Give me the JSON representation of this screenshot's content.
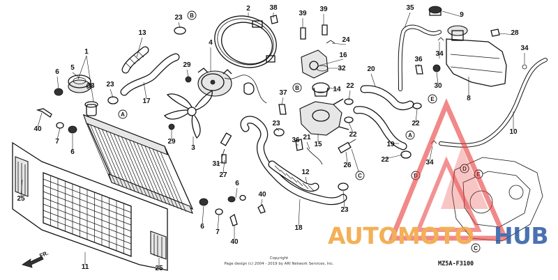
{
  "callouts": {
    "c1": "1",
    "c2": "2",
    "c3": "3",
    "c4": "4",
    "c5": "5",
    "c6a": "6",
    "c6b": "6",
    "c6c": "6",
    "c6d": "6",
    "c7a": "7",
    "c7b": "7",
    "c8": "8",
    "c9": "9",
    "c10": "10",
    "c11": "11",
    "c12": "12",
    "c13": "13",
    "c14": "14",
    "c15": "15",
    "c16": "16",
    "c17": "17",
    "c18": "18",
    "c19": "19",
    "c20": "20",
    "c21": "21",
    "c22a": "22",
    "c22b": "22",
    "c22c": "22",
    "c22d": "22",
    "c23a": "23",
    "c23b": "23",
    "c23c": "23",
    "c23d": "23",
    "c24": "24",
    "c25a": "25",
    "c25b": "25",
    "c26": "26",
    "c27": "27",
    "c28": "28",
    "c29a": "29",
    "c29b": "29",
    "c30": "30",
    "c31": "31",
    "c32": "32",
    "c33": "33",
    "c34a": "34",
    "c34b": "34",
    "c34c": "34",
    "c35": "35",
    "c36a": "36",
    "c36b": "36",
    "c37": "37",
    "c38": "38",
    "c39a": "39",
    "c39b": "39",
    "c40a": "40",
    "c40b": "40",
    "c40c": "40"
  },
  "refs": {
    "a1": "A",
    "a2": "A",
    "b1": "B",
    "b2": "B",
    "c1": "C",
    "c2": "C",
    "d1": "D",
    "d2": "D",
    "e1": "E",
    "e2": "E"
  },
  "direction_label": "FR.",
  "diagram_code": "MZ5A-F3100",
  "copyright": {
    "line1": "Copyright",
    "line2": "Page design (c) 2004 - 2019 by ARI Network Services, Inc."
  },
  "watermark": {
    "brand_orange": "AUTOMOTO",
    "brand_blue": "HUB",
    "color_orange": "#f2a33a",
    "color_blue": "#2b5aa3",
    "color_logo": "#e83b3b"
  }
}
